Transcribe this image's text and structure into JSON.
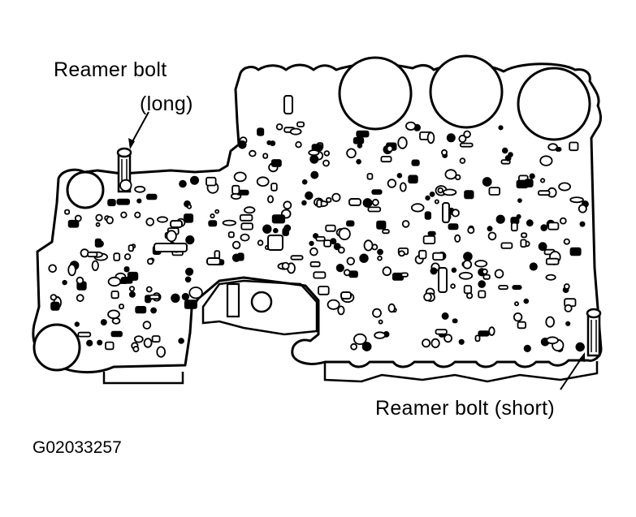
{
  "labels": {
    "reamer_bolt_long_line1": "Reamer bolt",
    "reamer_bolt_long_line2": "(long)",
    "reamer_bolt_short": "Reamer bolt (short)"
  },
  "figure_id": "G02033257",
  "colors": {
    "ink": "#000000",
    "background": "#ffffff"
  }
}
